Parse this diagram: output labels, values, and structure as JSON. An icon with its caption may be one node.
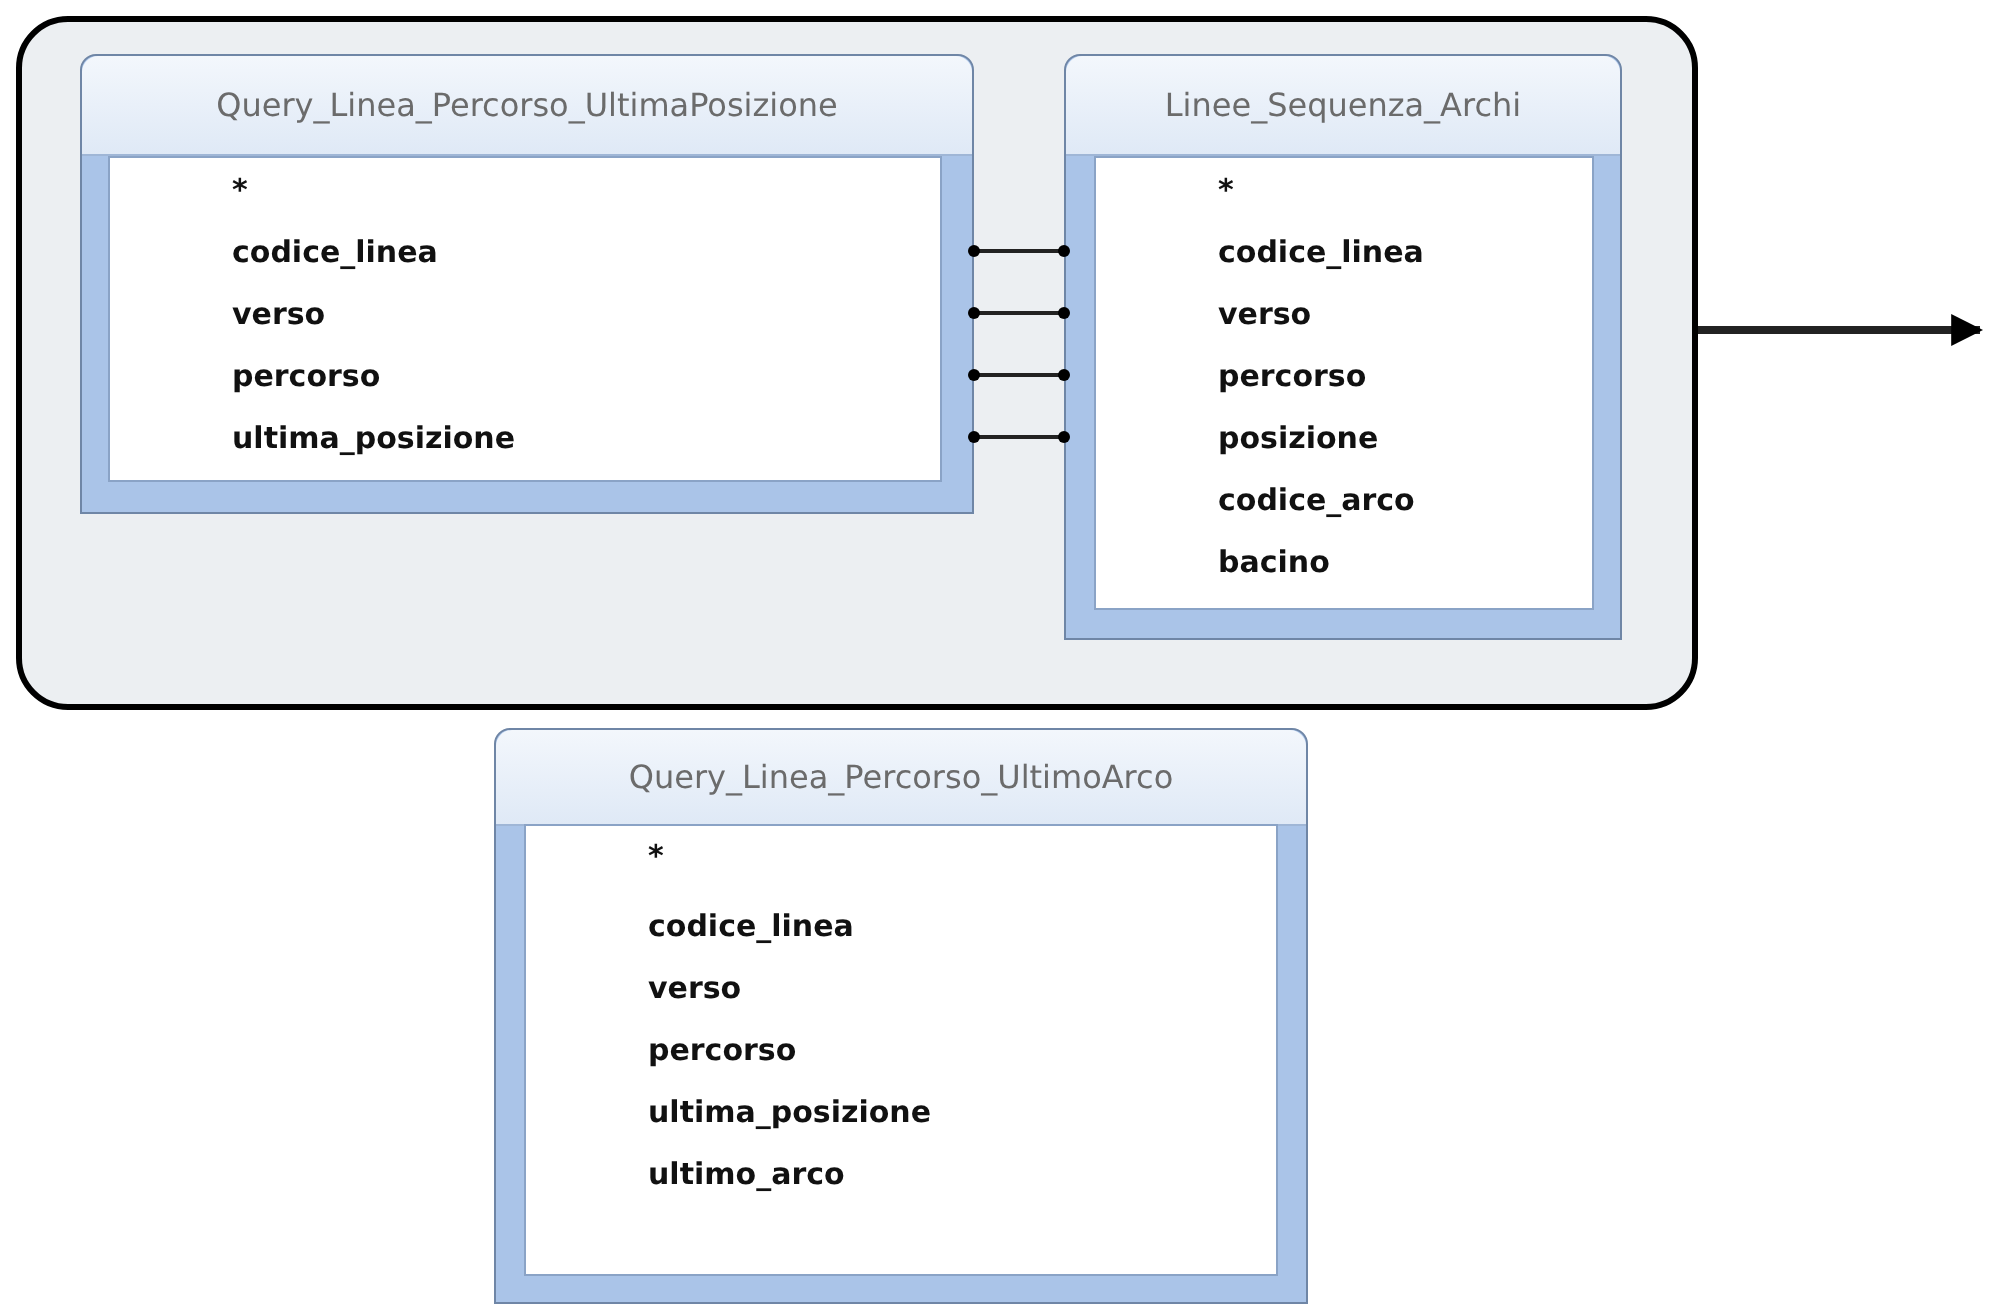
{
  "diagram": {
    "nodes": [
      {
        "text": [],
        "shape": "box"
      },
      {
        "text": [
          "Query_Linea_Percorso_UltimaPosizione"
        ],
        "in": 0
      },
      {
        "text": [
          "*"
        ],
        "in": 1
      },
      {
        "text": [
          "codice_linea"
        ],
        "in": 1
      },
      {
        "text": [
          "verso"
        ],
        "in": 1
      },
      {
        "text": [
          "percorso"
        ],
        "in": 1
      },
      {
        "text": [
          "ultima_posizione"
        ],
        "in": 1
      },
      {
        "text": [
          "Linee_Sequenza_Archi"
        ],
        "in": 0
      },
      {
        "text": [
          "*"
        ],
        "in": 7
      },
      {
        "text": [
          "codice_linea"
        ],
        "in": 7
      },
      {
        "text": [
          "verso"
        ],
        "in": 7
      },
      {
        "text": [
          "percorso"
        ],
        "in": 7
      },
      {
        "text": [
          "posizione"
        ],
        "in": 7
      },
      {
        "text": [
          "codice_arco"
        ],
        "in": 7
      },
      {
        "text": [
          "bacino"
        ],
        "in": 7
      },
      {
        "text": [
          "Query_Linea_Percorso_UltimoArco"
        ]
      },
      {
        "text": [
          "*"
        ],
        "in": 15
      },
      {
        "text": [
          "codice_linea"
        ],
        "in": 15
      },
      {
        "text": [
          "verso"
        ],
        "in": 15
      },
      {
        "text": [
          "percorso"
        ],
        "in": 15
      },
      {
        "text": [
          "ultima_posizione"
        ],
        "in": 15
      },
      {
        "text": [
          "ultimo_arco"
        ],
        "in": 15
      }
    ],
    "edges": [
      {
        "from": 1,
        "to": 7,
        "arrow": "other"
      },
      {
        "from": 1,
        "to": 7,
        "arrow": "other"
      },
      {
        "from": 1,
        "to": 7,
        "arrow": "other"
      },
      {
        "from": 1,
        "to": 7,
        "arrow": "other"
      },
      {
        "from": 0,
        "to": null,
        "arrow": "to",
        "style": "thick"
      }
    ]
  }
}
